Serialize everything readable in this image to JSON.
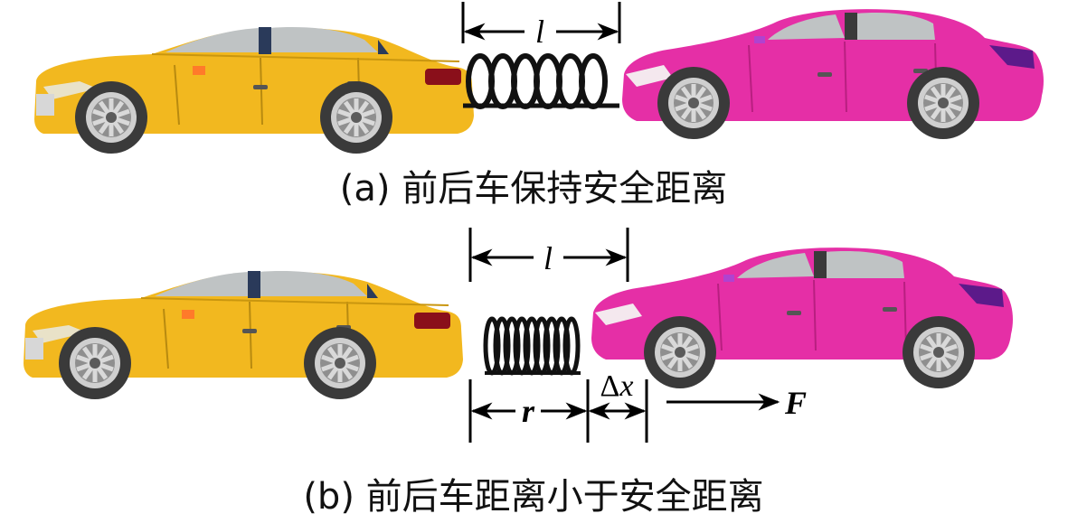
{
  "panel_a": {
    "caption": "(a) 前后车保持安全距离",
    "length_label": "l"
  },
  "panel_b": {
    "caption": "(b) 前后车距离小于安全距离",
    "length_label": "l",
    "r_label": "r",
    "dx_delta": "Δ",
    "dx_var": "x",
    "force_label": "F"
  },
  "colors": {
    "rear_car": "#f2b81f",
    "front_car": "#e52fa6",
    "spring": "#111111",
    "arrow": "#000000"
  }
}
